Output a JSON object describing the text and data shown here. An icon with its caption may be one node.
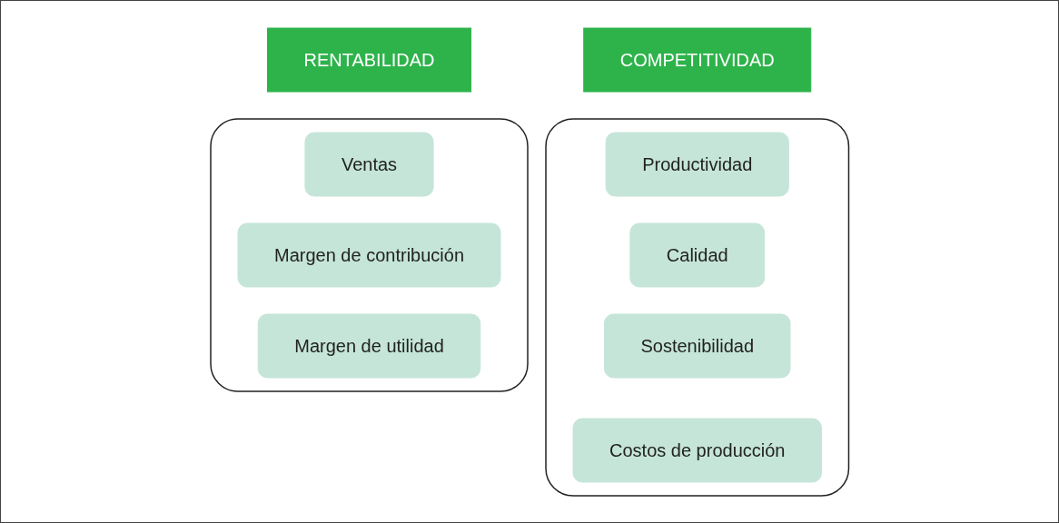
{
  "diagram": {
    "nodes": [
      {
        "text": [
          "COMPETITIVIDAD"
        ]
      },
      {
        "text": [],
        "shape": "box"
      },
      {
        "text": [
          "Productividad"
        ],
        "in": 1
      },
      {
        "text": [
          "Calidad"
        ],
        "in": 1
      },
      {
        "text": [
          "Sostenibilidad"
        ],
        "in": 1
      },
      {
        "text": [
          "Costos de producción"
        ],
        "in": 1
      },
      {
        "text": [
          "RENTABILIDAD"
        ]
      },
      {
        "text": [],
        "shape": "box"
      },
      {
        "text": [
          "Ventas"
        ],
        "in": 7
      },
      {
        "text": [
          "Margen de contribución"
        ],
        "in": 7
      },
      {
        "text": [
          "Margen de utilidad"
        ],
        "in": 7
      }
    ]
  }
}
